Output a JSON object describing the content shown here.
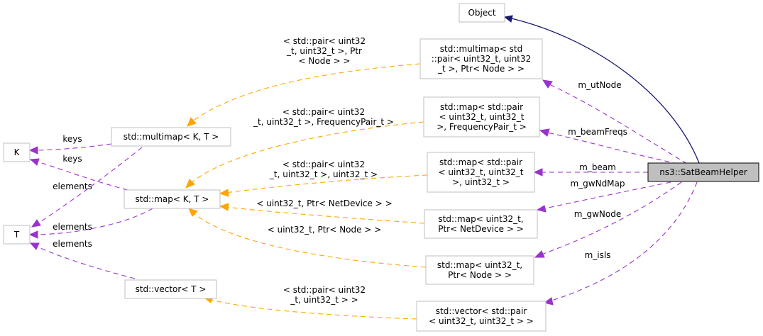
{
  "nodes": {
    "object": [
      "Object"
    ],
    "sat_beam_helper": [
      "ns3::SatBeamHelper"
    ],
    "multimap_pair_node": [
      "std::multimap< std",
      "::pair< uint32_t, uint32",
      "_t >, Ptr< Node > >"
    ],
    "map_pair_freq": [
      "std::map< std::pair",
      "< uint32_t, uint32_t",
      ">, FrequencyPair_t >"
    ],
    "map_pair_uint": [
      "std::map< std::pair",
      "< uint32_t, uint32_t",
      ">, uint32_t >"
    ],
    "map_uint_netdevice": [
      "std::map< uint32_t,",
      "Ptr< NetDevice > >"
    ],
    "map_uint_node": [
      "std::map< uint32_t,",
      "Ptr< Node > >"
    ],
    "vector_pair": [
      "std::vector< std::pair",
      "< uint32_t, uint32_t > >"
    ],
    "multimap_kt": [
      "std::multimap< K, T >"
    ],
    "map_kt": [
      "std::map< K, T >"
    ],
    "vector_t": [
      "std::vector< T >"
    ],
    "k": [
      "K"
    ],
    "t": [
      "T"
    ]
  },
  "edge_labels": {
    "m_utNode": [
      "m_utNode"
    ],
    "m_beamFreqs": [
      "m_beamFreqs"
    ],
    "m_beam": [
      "m_beam"
    ],
    "m_gwNdMap": [
      "m_gwNdMap"
    ],
    "m_gwNode": [
      "m_gwNode"
    ],
    "m_isls": [
      "m_isls"
    ],
    "tmpl_multimap": [
      "< std::pair< uint32",
      "_t, uint32_t >, Ptr",
      "< Node > >"
    ],
    "tmpl_freq": [
      "< std::pair< uint32",
      "_t, uint32_t >, FrequencyPair_t >"
    ],
    "tmpl_uint": [
      "< std::pair< uint32",
      "_t, uint32_t >, uint32_t >"
    ],
    "tmpl_netdevice": [
      "< uint32_t, Ptr< NetDevice > >"
    ],
    "tmpl_node": [
      "< uint32_t, Ptr< Node > >"
    ],
    "tmpl_vector": [
      "< std::pair< uint32",
      "_t, uint32_t > >"
    ],
    "keys_multimap": [
      "keys"
    ],
    "keys_map": [
      "keys"
    ],
    "elements_multimap": [
      "elements"
    ],
    "elements_map": [
      "elements"
    ],
    "elements_vector": [
      "elements"
    ]
  },
  "colors": {
    "inheritance": "#191970",
    "usage": "#9a32cd",
    "template": "#ffa500",
    "main_fill": "#bfbfbf",
    "box_border": "#bfbfbf"
  }
}
